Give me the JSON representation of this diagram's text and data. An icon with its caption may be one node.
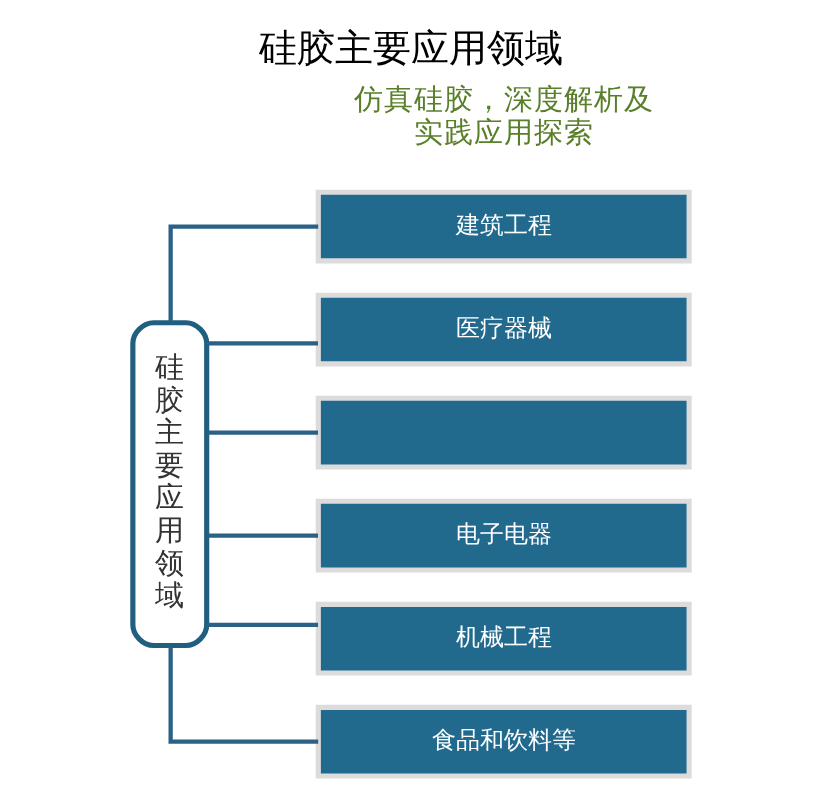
{
  "diagram": {
    "title": "硅胶主要应用领域",
    "caption": "仿真硅胶，深度解析及实践应用探索",
    "nodes": [
      {
        "text": [
          "硅胶主要应用领域"
        ]
      },
      {
        "text": [
          "建筑工程"
        ]
      },
      {
        "text": [
          "医疗器械"
        ]
      },
      {
        "text": [],
        "shape": "box"
      },
      {
        "text": [
          "电子电器"
        ]
      },
      {
        "text": [
          "机械工程"
        ]
      },
      {
        "text": [
          "食品和饮料等"
        ]
      }
    ],
    "edges": [
      {
        "from": 0,
        "to": 1,
        "arrow": "none"
      },
      {
        "from": 0,
        "to": 2,
        "arrow": "none"
      },
      {
        "from": 0,
        "to": 3,
        "arrow": "none"
      },
      {
        "from": 0,
        "to": 4,
        "arrow": "none"
      },
      {
        "from": 0,
        "to": 5,
        "arrow": "none"
      },
      {
        "from": 0,
        "to": 6,
        "arrow": "none"
      }
    ]
  }
}
